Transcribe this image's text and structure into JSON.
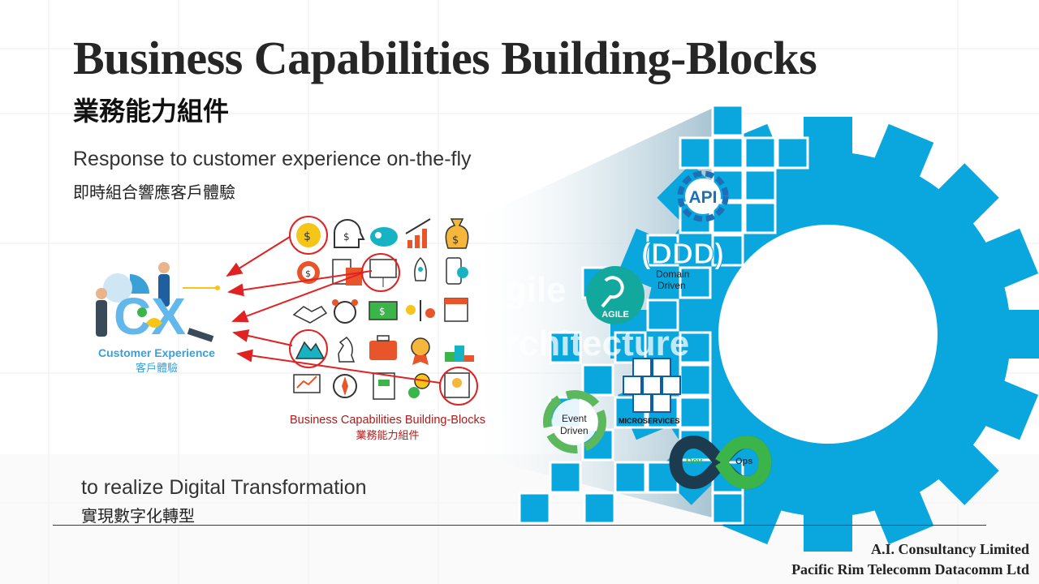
{
  "slide": {
    "title": "Business Capabilities Building-Blocks",
    "title_zh": "業務能力組件",
    "response": "Response to customer experience on-the-fly",
    "response_zh": "即時組合響應客戶體驗",
    "realize": "to realize Digital Transformation",
    "realize_zh": "實現數字化轉型"
  },
  "cx": {
    "logo_text": "CX",
    "caption": "Customer Experience",
    "caption_zh": "客戶體驗"
  },
  "building_blocks": {
    "caption": "Business Capabilities Building-Blocks",
    "caption_zh": "業務能力組件",
    "icons": [
      [
        "lightbulb-dollar",
        "head-dollar",
        "piggy-bank",
        "growth-chart",
        "money-bag"
      ],
      [
        "target-coin",
        "calculator-invoice",
        "presentation-board",
        "rocket",
        "phone-payment"
      ],
      [
        "handshake",
        "alarm-clock",
        "banknotes",
        "balance-scale",
        "calendar"
      ],
      [
        "mountain-flag",
        "chess-knight",
        "briefcase",
        "medal",
        "podium"
      ],
      [
        "monitor-chart",
        "compass",
        "document-money",
        "idea-coin",
        "certificate"
      ]
    ],
    "highlighted": [
      "lightbulb-dollar",
      "target-coin",
      "presentation-board",
      "mountain-flag",
      "certificate"
    ]
  },
  "architecture": {
    "watermark_line1": "Agile",
    "watermark_line2": "Architecture",
    "api_label": "API",
    "ddd_label": "(DDD)",
    "ddd_sub_line1": "Domain",
    "ddd_sub_line2": "Driven",
    "agile_label": "AGILE",
    "microservices_label": "MICROSERVICES",
    "event_line1": "Event",
    "event_line2": "Driven",
    "dev_label": "Dev",
    "ops_label": "Ops"
  },
  "footer": {
    "company1": "A.I. Consultancy Limited",
    "company2": "Pacific Rim Telecomm Datacomm Ltd"
  },
  "colors": {
    "accent_blue": "#0aa6de",
    "arrow_red": "#e02222",
    "caption_red": "#b01a1a",
    "cx_blue": "#3aa0d8"
  }
}
